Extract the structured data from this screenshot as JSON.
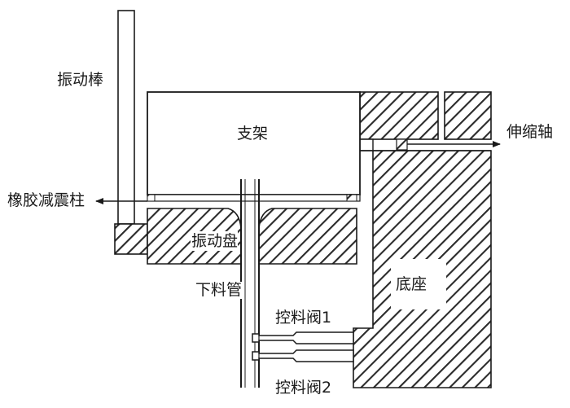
{
  "labels": {
    "vibrating_rod": "振动棒",
    "bracket": "支架",
    "telescopic_shaft": "伸缩轴",
    "rubber_damping_column": "橡胶减震柱",
    "vibration_plate": "振动盘",
    "feed_pipe": "下料管",
    "base": "底座",
    "control_valve_1": "控料阀1",
    "control_valve_2": "控料阀2"
  },
  "colors": {
    "stroke": "#1a1a1a",
    "hatch": "#2b2b2b",
    "background": "#ffffff"
  }
}
